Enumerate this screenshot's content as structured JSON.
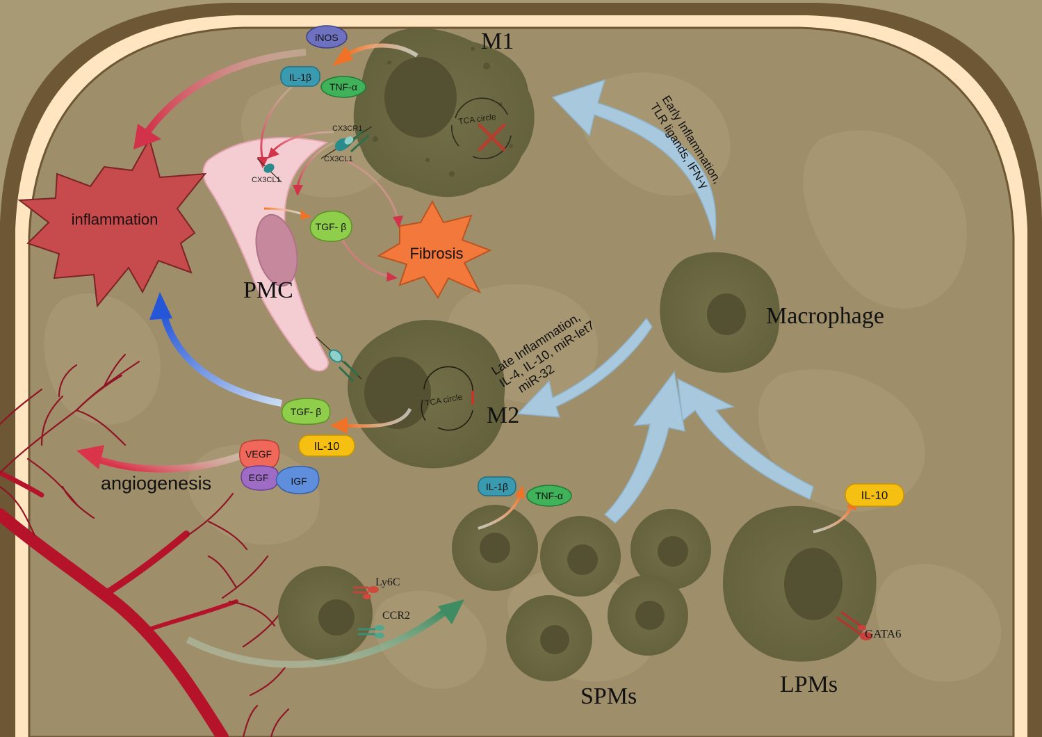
{
  "labels": {
    "m1": "M1",
    "m2": "M2",
    "pmc": "PMC",
    "macrophage": "Macrophage",
    "spms": "SPMs",
    "lpms": "LPMs",
    "inflammation": "inflammation",
    "fibrosis": "Fibrosis",
    "angiogenesis": "angiogenesis",
    "tca_m1": "TCA circle",
    "tca_m2": "TCA circle",
    "cx3cr1": "CX3CR1",
    "cx3cl1_a": "CX3CL1",
    "cx3cl1_b": "CX3CL1",
    "ly6c": "Ly6C",
    "ccr2": "CCR2",
    "gata6": "GATA6"
  },
  "badges": {
    "inos": "iNOS",
    "il1b_m1": "IL-1β",
    "tnfa_m1": "TNF-α",
    "tgfb_pmc": "TGF- β",
    "tgfb_m2": "TGF- β",
    "il10_m2": "IL-10",
    "vegf": "VEGF",
    "egf": "EGF",
    "igf": "IGF",
    "il1b_spm": "IL-1β",
    "tnfa_spm": "TNF-α",
    "il10_lpm": "IL-10"
  },
  "conditions": {
    "early_line1": "Early Inflammation,",
    "early_line2": "TLR ligands, IFN-γ",
    "late_line1": "Late Inflammation,",
    "late_line2": "IL-4,   IL-10, miR-let7",
    "late_line3": "miR-32"
  },
  "colors": {
    "background": "#a89a74",
    "cell_wall": "#ffe6c0",
    "cell_outline": "#6d5735",
    "interior": "#9f8e6a",
    "macrophage": "#6b6842",
    "nucleus": "#545132",
    "pmc": "#f3cdd2",
    "inflammation": "#c74a4c",
    "fibrosis": "#f2793b",
    "light_blue_arrow": "#a8c8dd",
    "blood_vessel": "#b5132a"
  }
}
